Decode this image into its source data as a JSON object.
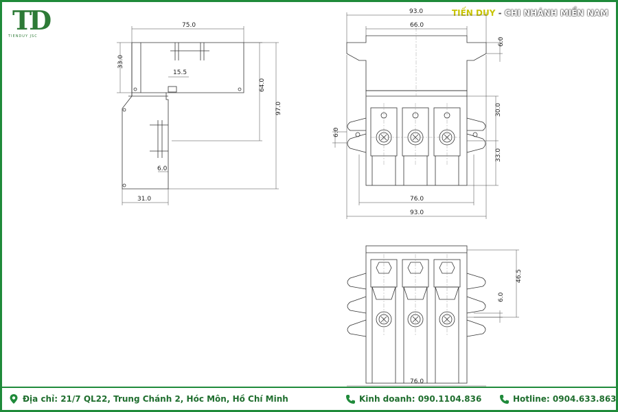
{
  "logo": {
    "mark": "TD",
    "subtitle": "TIENDUY JSC"
  },
  "header": {
    "brand": "TIẾN DUY",
    "separator": " - ",
    "branch": "CHI NHÁNH MIỀN NAM"
  },
  "dimensions": {
    "side": {
      "w75": "75.0",
      "h33": "33.0",
      "d155": "15.5",
      "h64": "64.0",
      "h97": "97.0",
      "d6": "6.0",
      "w31": "31.0"
    },
    "front": {
      "w93top": "93.0",
      "w66": "66.0",
      "d6top": "6.0",
      "h30": "30.0",
      "d6left": "6.0",
      "h33": "33.0",
      "w76": "76.0",
      "w93bot": "93.0"
    },
    "bottom": {
      "h465": "46.5",
      "d6": "6.0",
      "w76": "76.0"
    }
  },
  "footer": {
    "address_label": "Địa chỉ:",
    "address_value": "21/7 QL22, Trung Chánh 2, Hóc Môn, Hồ Chí Minh",
    "sales_label": "Kinh doanh:",
    "sales_value": "090.1104.836",
    "hotline_label": "Hotline:",
    "hotline_value": "0904.633.863"
  },
  "colors": {
    "frame": "#1f8a3a",
    "brand": "#c8c400",
    "footer_text": "#1f6e2e"
  }
}
